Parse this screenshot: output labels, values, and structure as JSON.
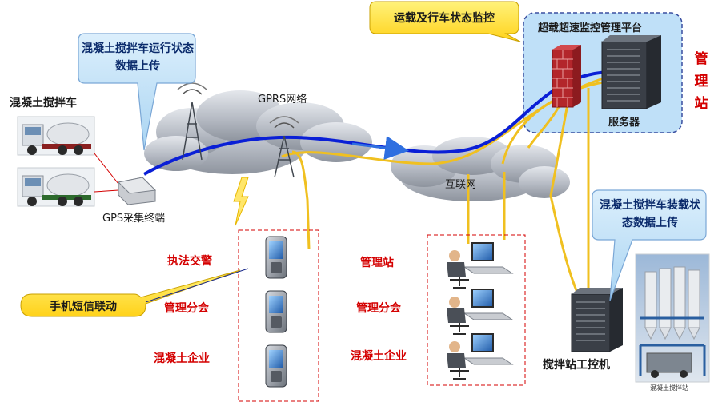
{
  "callouts": {
    "truck_upload": "混凝土搅拌车运行状态数据上传",
    "loading_upload": "混凝土搅拌车装载状态数据上传",
    "monitoring": "运载及行车状态监控",
    "sms": "手机短信联动"
  },
  "labels": {
    "truck": "混凝土搅拌车",
    "gps_terminal": "GPS采集终端",
    "gprs": "GPRS网络",
    "internet": "互联网",
    "platform": "超载超速监控管理平台",
    "server": "服务器",
    "station_vertical": "管理站",
    "plant_pc": "搅拌站工控机",
    "photo_caption": "混凝土搅拌站"
  },
  "mobile_users": [
    "执法交警",
    "管理分会",
    "混凝土企业"
  ],
  "pc_users": [
    "管理站",
    "管理分会",
    "混凝土企业"
  ],
  "colors": {
    "blue_link": "#0a1fd6",
    "gold_link": "#f0c020",
    "callout_blue": "#bfe0f8",
    "callout_yellow": "#ffe040",
    "label_red": "#d40000",
    "cloud": "#b9bec6"
  }
}
